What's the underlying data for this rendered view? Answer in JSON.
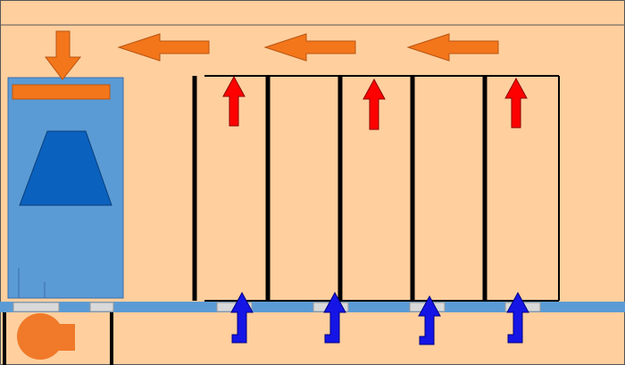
{
  "diagram": {
    "colors": {
      "room": "#FFCF9E",
      "unit_blue": "#5B9BD5",
      "trapezoid_blue": "#0B61BE",
      "orange_arrow": "#F4761A",
      "hot_arrow": "#FF0000",
      "cold_arrow": "#1515E6",
      "rack_line": "#000000",
      "floor_strip": "#5B9BD5",
      "tile": "#D9D9D9",
      "fan": "#F07A2A"
    },
    "icons": {
      "return_air": "orange-arrow-left-icon",
      "supply_down": "orange-arrow-down-icon",
      "hot_exhaust": "red-arrow-up-icon",
      "cold_supply": "blue-hook-arrow-up-icon",
      "blower": "fan-icon"
    },
    "counts": {
      "racks": 5,
      "hot_exhaust_arrows": 3,
      "return_air_arrows": 3,
      "perforated_tiles": 4
    }
  }
}
